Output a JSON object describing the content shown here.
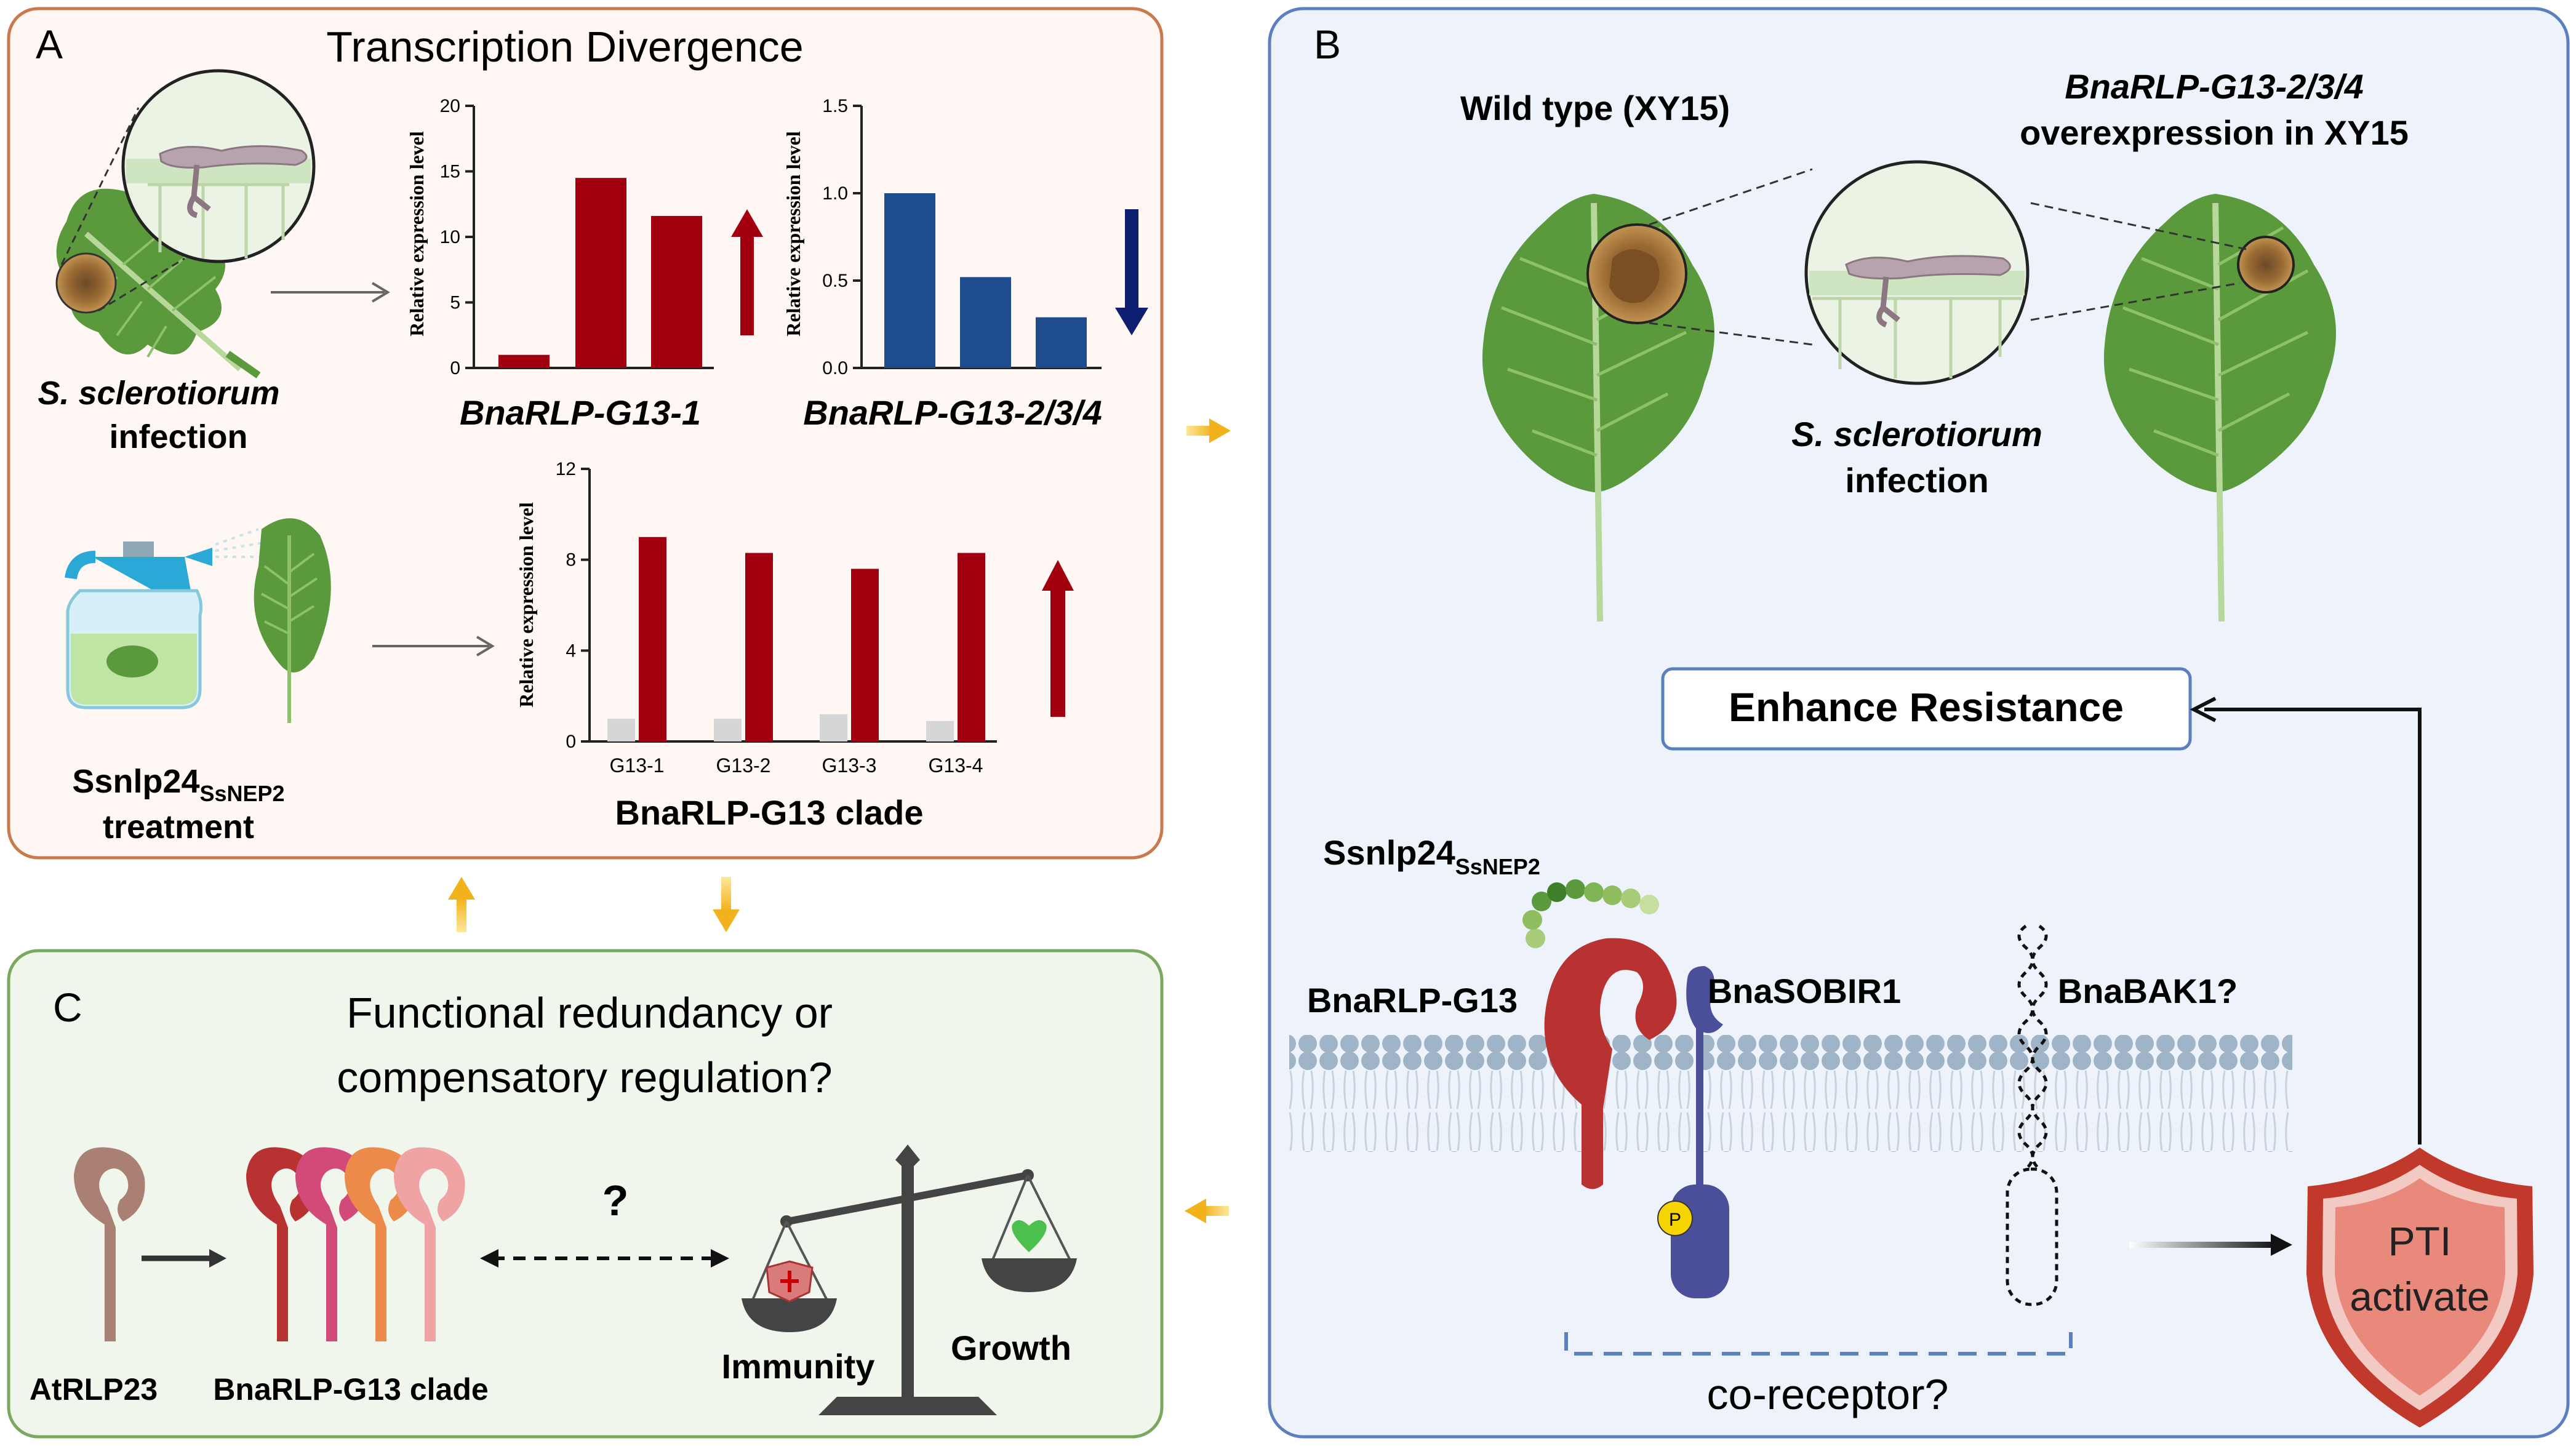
{
  "colors": {
    "panel_a_bg": "#fff7f3",
    "panel_a_border": "#c87a4a",
    "panel_b_bg": "#eef3fb",
    "panel_b_border": "#5b7fbf",
    "panel_c_bg": "#f1f6ec",
    "panel_c_border": "#7aa85f",
    "bar_red": "#a3000f",
    "bar_blue": "#1d4d8c",
    "bar_gray": "#d6d6d6",
    "leaf": "#5a9a3c",
    "lesion": "#8a5a2b",
    "receptor_red": "#b83232",
    "sobir": "#4b4f9a",
    "shield": "#c0392b",
    "arrow_gold": "#f2b21b"
  },
  "panel_a": {
    "letter": "A",
    "title": "Transcription Divergence",
    "infection_label_1": "S. sclerotiorum",
    "infection_label_2": "infection",
    "treatment_label_main": "Ssnlp24",
    "treatment_label_sub": "SsNEP2",
    "treatment_label_2": "treatment",
    "ylabel": "Relative expression level"
  },
  "panel_b": {
    "letter": "B",
    "wild_type": "Wild type (XY15)",
    "overexp_1": "BnaRLP-G13-2/3/4",
    "overexp_2": "overexpression in XY15",
    "infection_1": "S. sclerotiorum",
    "infection_2": "infection",
    "enhance": "Enhance Resistance",
    "ligand_main": "Ssnlp24",
    "ligand_sub": "SsNEP2",
    "rlp": "BnaRLP-G13",
    "sobir": "BnaSOBIR1",
    "bak": "BnaBAK1?",
    "coreceptor": "co-receptor?",
    "pti_1": "PTI",
    "pti_2": "activate",
    "phospho": "P"
  },
  "panel_c": {
    "letter": "C",
    "question_1": "Functional redundancy or",
    "question_2": "compensatory regulation?",
    "atrlp": "AtRLP23",
    "clade": "BnaRLP-G13 clade",
    "qmark": "?",
    "immunity": "Immunity",
    "growth": "Growth"
  },
  "chart_data": [
    {
      "type": "bar",
      "title": "BnaRLP-G13-1",
      "ylabel": "Relative expression level",
      "ylim": [
        0,
        20
      ],
      "yticks": [
        "0",
        "5",
        "10",
        "15",
        "20"
      ],
      "categories": [
        "",
        "",
        ""
      ],
      "values": [
        1.0,
        14.5,
        11.6
      ],
      "trend": "up"
    },
    {
      "type": "bar",
      "title": "BnaRLP-G13-2/3/4",
      "ylabel": "Relative expression level",
      "ylim": [
        0,
        1.5
      ],
      "yticks": [
        "0.0",
        "0.5",
        "1.0",
        "1.5"
      ],
      "categories": [
        "",
        "",
        ""
      ],
      "values": [
        1.0,
        0.52,
        0.29
      ],
      "trend": "down"
    },
    {
      "type": "bar",
      "title": "BnaRLP-G13 clade",
      "ylabel": "Relative expression level",
      "ylim": [
        0,
        12
      ],
      "yticks": [
        "0",
        "4",
        "8",
        "12"
      ],
      "categories": [
        "G13-1",
        "G13-2",
        "G13-3",
        "G13-4"
      ],
      "series": [
        {
          "values": [
            1.0,
            1.0,
            1.2,
            0.9
          ]
        },
        {
          "values": [
            9.0,
            8.3,
            7.6,
            8.3
          ]
        }
      ],
      "trend": "up"
    }
  ]
}
